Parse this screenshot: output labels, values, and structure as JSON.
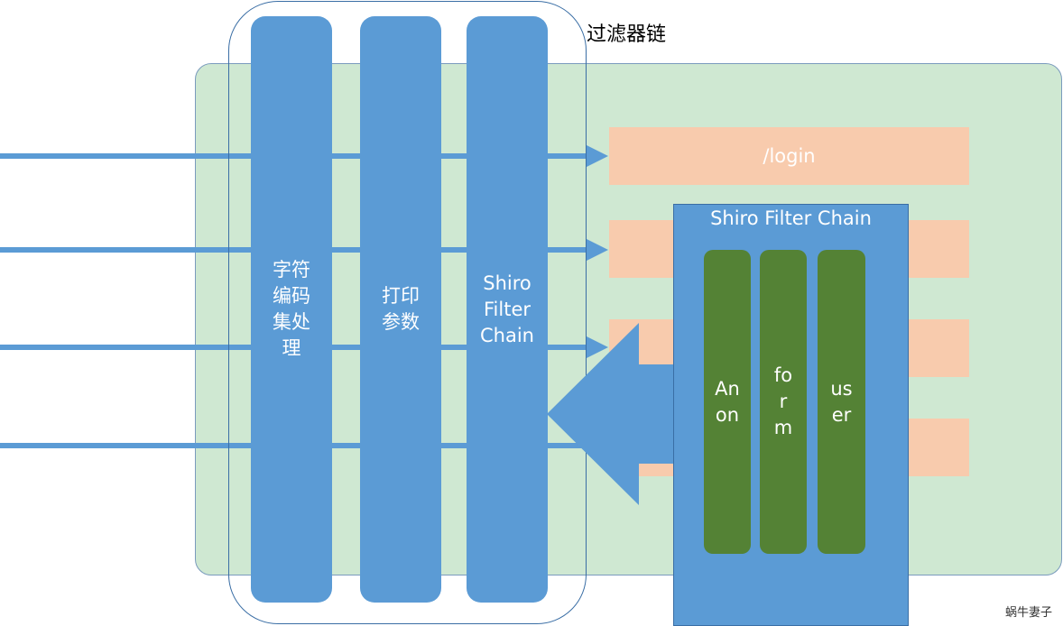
{
  "diagram": {
    "filter_chain_title": "过滤器链",
    "filters": [
      {
        "label": "字符编码集处理"
      },
      {
        "label": "打印参数"
      },
      {
        "label": "Shiro Filter Chain"
      }
    ],
    "endpoints": [
      {
        "label": "/login"
      },
      {
        "label": ""
      },
      {
        "label": ""
      },
      {
        "label": ""
      }
    ],
    "shiro_panel": {
      "title": "Shiro Filter Chain",
      "filters": [
        {
          "label": "Anon"
        },
        {
          "label": "form"
        },
        {
          "label": "user"
        }
      ]
    },
    "watermark": "蜗牛妻子"
  },
  "colors": {
    "container_fill": "#cfe8d2",
    "filter_blue": "#5b9bd5",
    "endpoint_fill": "#f8cbad",
    "shiro_filter_green": "#548235"
  }
}
